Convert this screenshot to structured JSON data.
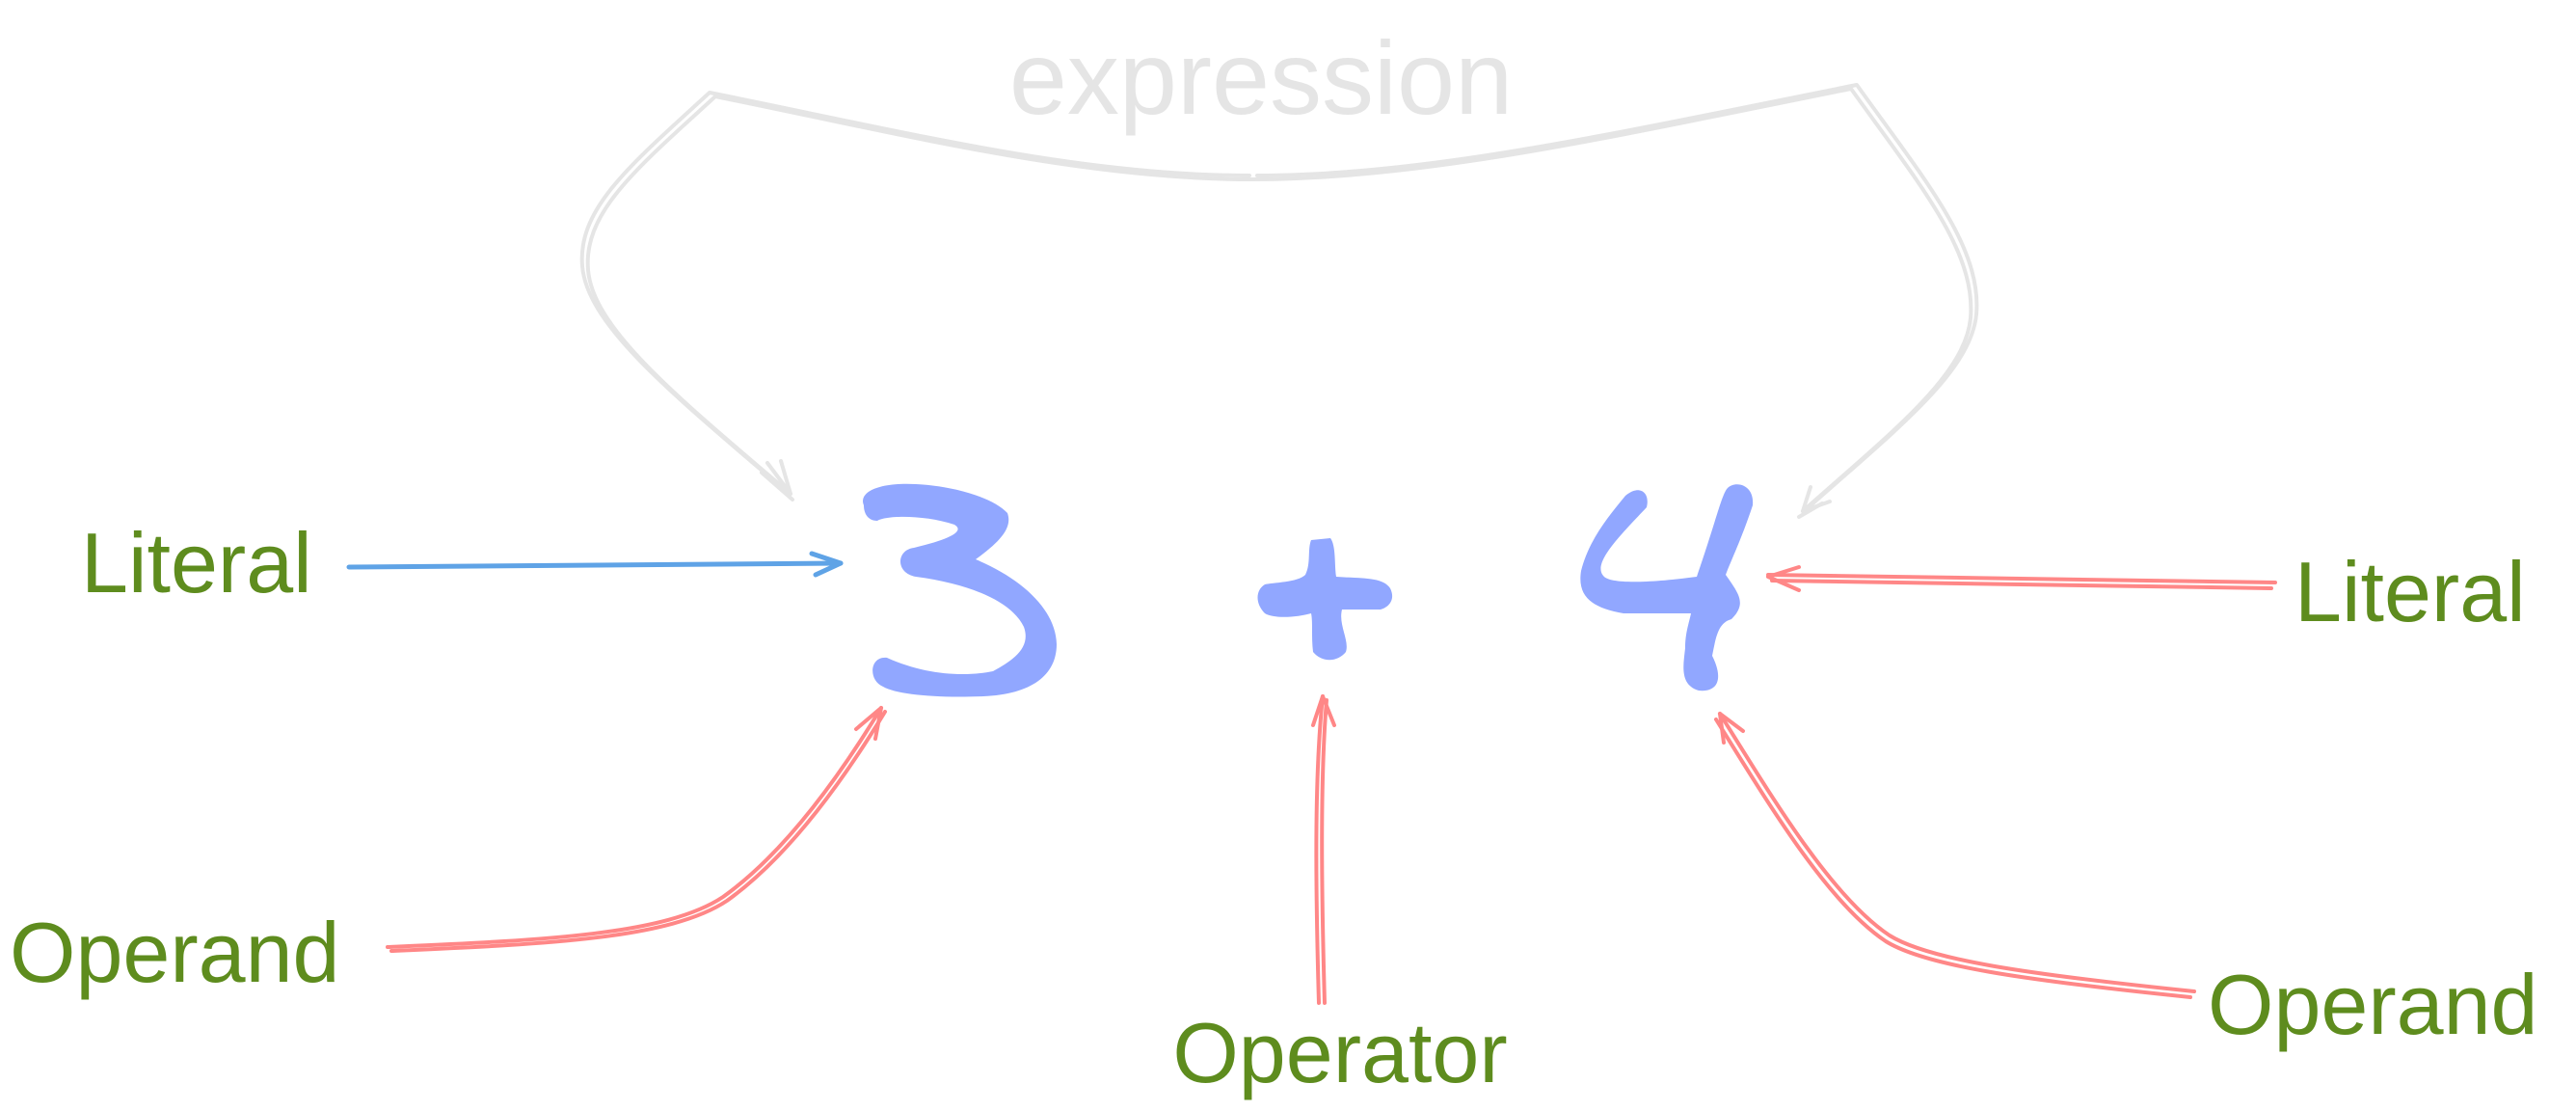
{
  "labels": {
    "expression": "expression",
    "literal_left": "Literal",
    "literal_right": "Literal",
    "operand_left": "Operand",
    "operand_right": "Operand",
    "operator": "Operator"
  },
  "expression_tokens": {
    "left_number": "3",
    "operator_symbol": "+",
    "right_number": "4"
  },
  "colors": {
    "label_text": "#5e8c1e",
    "expression_text": "#e5e5e5",
    "tokens": "#91a7ff",
    "literal_left_arrow": "#5fa3e6",
    "red_arrows": "#ff8787",
    "expression_arrows": "#e5e5e5"
  }
}
